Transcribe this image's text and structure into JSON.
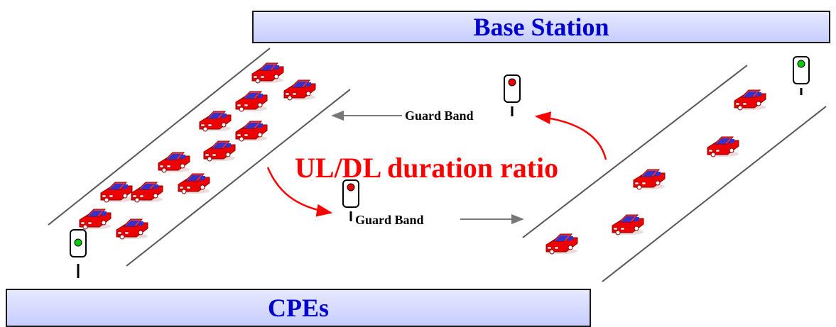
{
  "base_station": {
    "label": "Base Station"
  },
  "cpes": {
    "label": "CPEs"
  },
  "guard_band_top": {
    "label": "Guard Band"
  },
  "guard_band_bottom": {
    "label": "Guard Band"
  },
  "ratio": {
    "label": "UL/DL duration ratio"
  },
  "colors": {
    "banner_text": "#0000cc",
    "ratio_text": "#ff0000",
    "car_body": "#ee0000",
    "car_window": "#3333cc",
    "light_green": "#00cc00",
    "light_red": "#ee0000",
    "road_line": "#555555"
  },
  "icons": {
    "car": "car-icon",
    "signal_green": "traffic-light-green-icon",
    "signal_red": "traffic-light-red-icon"
  }
}
